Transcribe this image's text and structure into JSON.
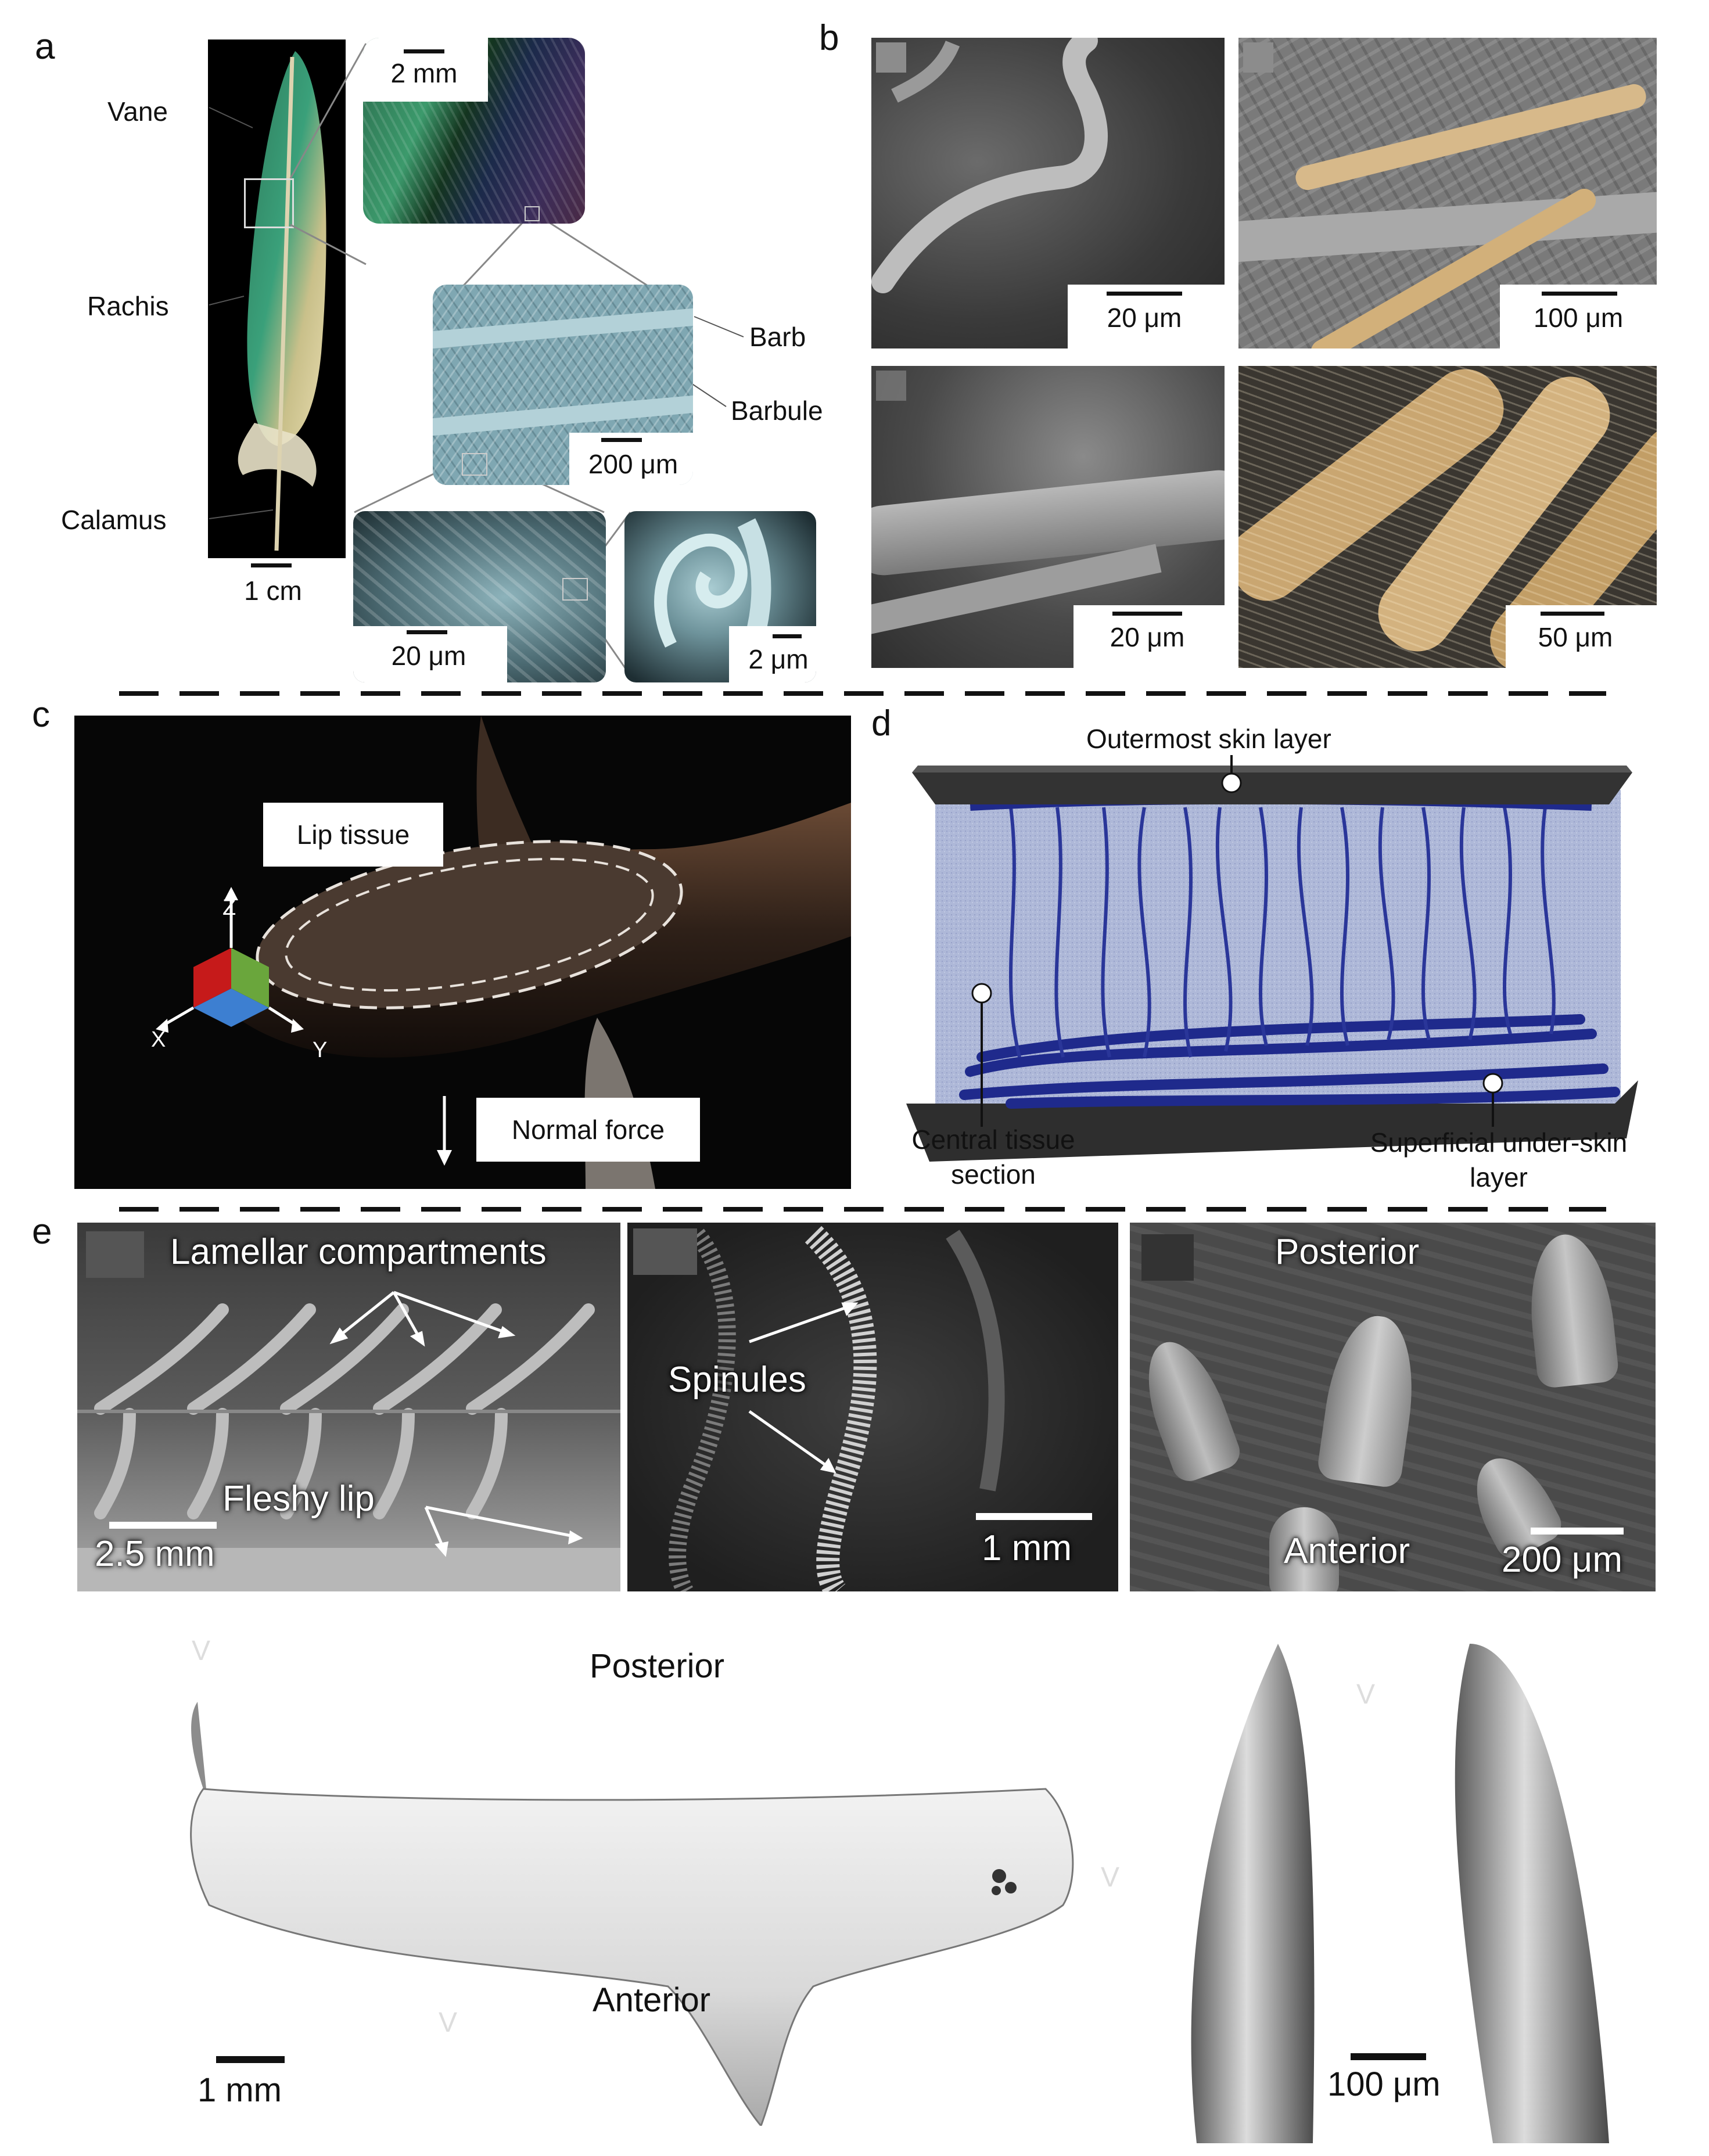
{
  "panel_letters": {
    "a": "a",
    "b": "b",
    "c": "c",
    "d": "d",
    "e": "e"
  },
  "panel_a": {
    "labels": {
      "vane": "Vane",
      "rachis": "Rachis",
      "calamus": "Calamus",
      "barb": "Barb",
      "barbule": "Barbule"
    },
    "scale_bars": {
      "feather": "1 cm",
      "zoom1": "2 mm",
      "zoom2": "200 μm",
      "zoom3": "20 μm",
      "zoom4": "2 μm"
    }
  },
  "panel_b": {
    "scale_bars": {
      "top_left": "20 μm",
      "top_right": "100 μm",
      "bottom_left": "20 μm",
      "bottom_right": "50 μm"
    }
  },
  "panel_c": {
    "lip_tissue": "Lip tissue",
    "normal_force": "Normal force",
    "axes": {
      "z": "Z",
      "x": "X",
      "y": "Y"
    }
  },
  "panel_d": {
    "outer": "Outermost skin layer",
    "central_line1": "Central tissue",
    "central_line2": "section",
    "under_line1": "Superficial under-skin",
    "under_line2": "layer"
  },
  "panel_e": {
    "lamellar": "Lamellar compartments",
    "fleshy": "Fleshy lip",
    "sb1": "2.5 mm",
    "spinules": "Spinules",
    "sb2": "1 mm",
    "posterior": "Posterior",
    "anterior": "Anterior",
    "sb3": "200 μm",
    "posterior2": "Posterior",
    "anterior2": "Anterior",
    "sb4": "1 mm",
    "sb5": "100 μm",
    "v": "V"
  }
}
